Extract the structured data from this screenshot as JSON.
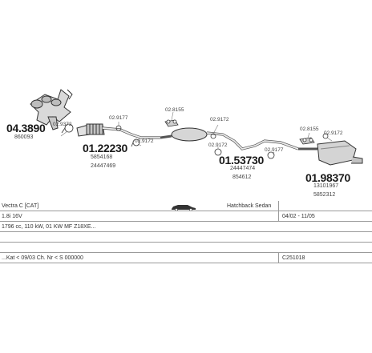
{
  "parts": {
    "manifold": {
      "number": "04.3890",
      "ref": "860093"
    },
    "clamp_a": {
      "ref": "02.9372"
    },
    "front_pipe": {
      "number": "01.22230",
      "ref1": "5854168",
      "ref2": "24447469"
    },
    "clamp_b": {
      "ref": "02.9177"
    },
    "clamp_c": {
      "ref": "02.9172"
    },
    "rubber_a": {
      "ref": "02.8155"
    },
    "clamp_d": {
      "ref": "02.9172"
    },
    "clamp_e": {
      "ref": "02.9172"
    },
    "middle_pipe": {
      "number": "01.53730",
      "ref1": "24447474",
      "ref2": "854612"
    },
    "clamp_f": {
      "ref": "02.9177"
    },
    "rubber_b": {
      "ref": "02.8155"
    },
    "clamp_g": {
      "ref": "02.9172"
    },
    "rear_silencer": {
      "number": "01.98370",
      "ref1": "13101967",
      "ref2": "5852312"
    }
  },
  "info": {
    "model": "Vectra C  [CAT]",
    "body_type": "Hatchback Sedan",
    "engine": "1.8i 16V",
    "years": "04/02 - 11/05",
    "spec": "1796 cc, 110 kW, 01 KW MF Z18XE...",
    "note": "...Kat < 09/03  Ch. Nr < S 000000",
    "code": "C251018"
  }
}
